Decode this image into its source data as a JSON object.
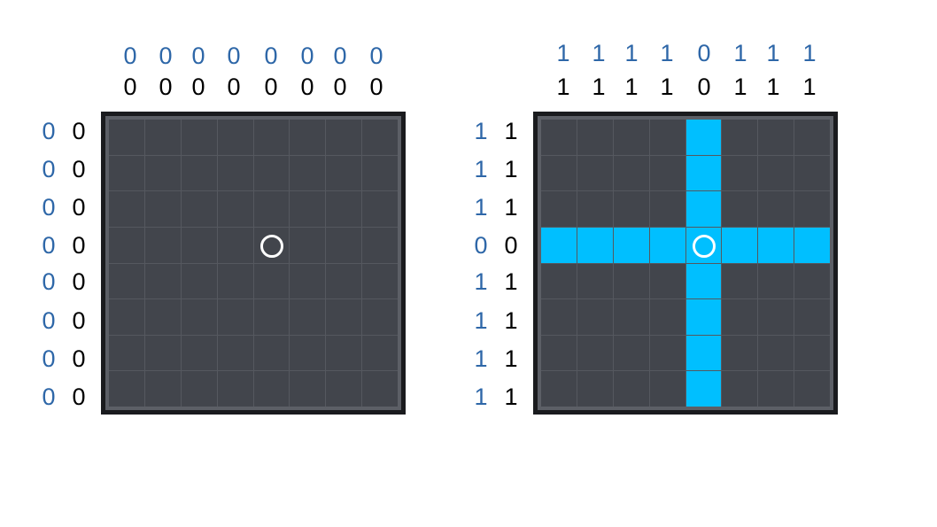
{
  "boards": [
    {
      "id": "left",
      "target": {
        "row": 4,
        "col": 5
      },
      "lit_cells": [],
      "col_clues_top": [
        "0",
        "0",
        "0",
        "0",
        "0",
        "0",
        "0",
        "0"
      ],
      "col_clues_bottom": [
        "0",
        "0",
        "0",
        "0",
        "0",
        "0",
        "0",
        "0"
      ],
      "row_clues_left": [
        "0",
        "0",
        "0",
        "0",
        "0",
        "0",
        "0",
        "0"
      ],
      "row_clues_right": [
        "0",
        "0",
        "0",
        "0",
        "0",
        "0",
        "0",
        "0"
      ]
    },
    {
      "id": "right",
      "target": {
        "row": 4,
        "col": 5
      },
      "lit_cells": [
        [
          1,
          5
        ],
        [
          2,
          5
        ],
        [
          3,
          5
        ],
        [
          4,
          1
        ],
        [
          4,
          2
        ],
        [
          4,
          3
        ],
        [
          4,
          4
        ],
        [
          4,
          5
        ],
        [
          4,
          6
        ],
        [
          4,
          7
        ],
        [
          4,
          8
        ],
        [
          5,
          5
        ],
        [
          6,
          5
        ],
        [
          7,
          5
        ],
        [
          8,
          5
        ]
      ],
      "col_clues_top": [
        "1",
        "1",
        "1",
        "1",
        "0",
        "1",
        "1",
        "1"
      ],
      "col_clues_bottom": [
        "1",
        "1",
        "1",
        "1",
        "0",
        "1",
        "1",
        "1"
      ],
      "row_clues_left": [
        "1",
        "1",
        "1",
        "0",
        "1",
        "1",
        "1",
        "1"
      ],
      "row_clues_right": [
        "1",
        "1",
        "1",
        "0",
        "1",
        "1",
        "1",
        "1"
      ]
    }
  ],
  "colors": {
    "cell": "#42454c",
    "lit_cell": "#00bfff",
    "clue_blue": "#2e67a8",
    "clue_black": "#000000",
    "frame": "#1a1b1e"
  }
}
